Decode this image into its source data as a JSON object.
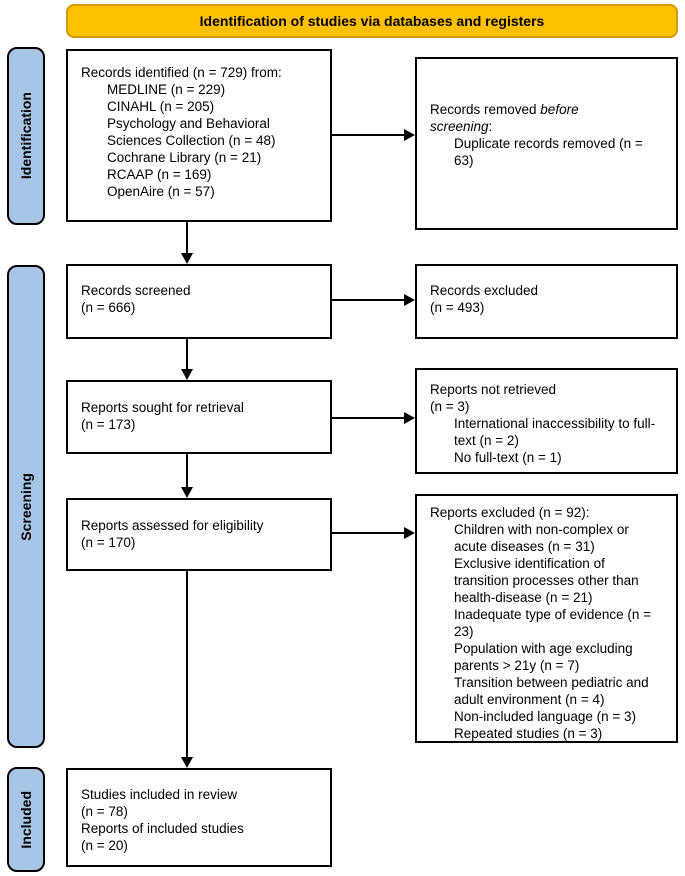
{
  "banner": {
    "label": "Identification of studies via databases and registers"
  },
  "colors": {
    "banner_fill": "#FFC000",
    "banner_border": "#D49B00",
    "sidebar_fill": "#A7C6E7",
    "box_border": "#000000",
    "background": "#FFFFFF"
  },
  "sidebars": [
    {
      "label": "Identification"
    },
    {
      "label": "Screening"
    },
    {
      "label": "Included"
    }
  ],
  "boxes": {
    "records_identified": {
      "title": "Records identified (n = 729) from:",
      "items": [
        "MEDLINE (n = 229)",
        "CINAHL (n = 205)",
        "Psychology and Behavioral Sciences Collection (n = 48)",
        "Cochrane Library (n = 21)",
        "RCAAP (n = 169)",
        "OpenAire (n = 57)"
      ]
    },
    "records_removed": {
      "title_prefix": "Records removed ",
      "title_italic": "before screening",
      "title_suffix": ":",
      "items": [
        "Duplicate records removed (n = 63)"
      ]
    },
    "records_screened": {
      "lines": [
        "Records screened",
        "(n = 666)"
      ]
    },
    "records_excluded": {
      "lines": [
        "Records excluded",
        "(n = 493)"
      ]
    },
    "reports_sought": {
      "lines": [
        "Reports sought for retrieval",
        "(n = 173)"
      ]
    },
    "reports_not_retrieved": {
      "lines": [
        "Reports not retrieved",
        "(n = 3)"
      ],
      "items": [
        "International inaccessibility to full-text (n = 2)",
        "No full-text (n = 1)"
      ]
    },
    "reports_assessed": {
      "lines": [
        "Reports assessed for eligibility",
        "(n = 170)"
      ]
    },
    "reports_excluded": {
      "title": "Reports excluded (n = 92):",
      "items": [
        "Children with non-complex or acute diseases (n = 31)",
        "Exclusive identification of transition processes other than health-disease (n = 21)",
        "Inadequate type of evidence (n = 23)",
        "Population with age excluding parents > 21y (n = 7)",
        "Transition between pediatric and adult environment (n = 4)",
        "Non-included language (n = 3)",
        "Repeated studies (n = 3)"
      ]
    },
    "studies_included": {
      "lines": [
        "Studies included in review",
        "(n = 78)",
        "Reports of included studies",
        "(n = 20)"
      ]
    }
  }
}
